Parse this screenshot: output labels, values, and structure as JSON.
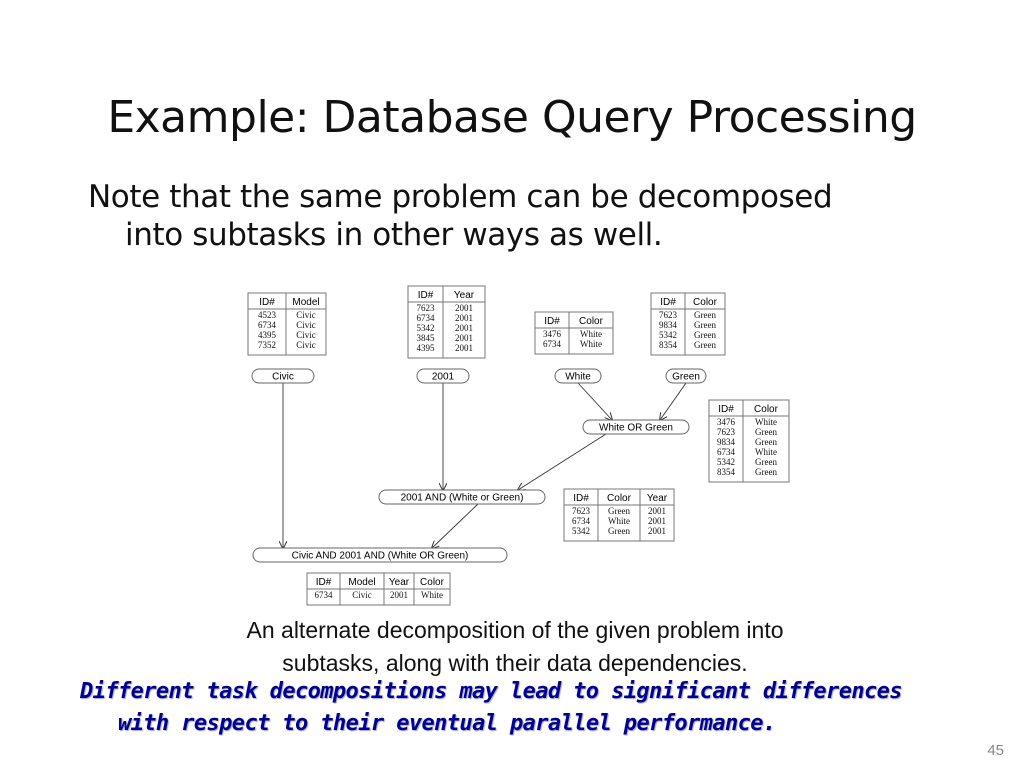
{
  "slide": {
    "title": "Example: Database Query Processing",
    "body_line1": "Note that the same problem can be decomposed",
    "body_line2": "into subtasks in other ways as well.",
    "caption_line1": "An alternate decomposition of the given problem into",
    "caption_line2": "subtasks, along with their data dependencies.",
    "note_line1": "Different task decompositions may lead to significant differences",
    "note_line2": "with respect to their eventual parallel performance.",
    "page_number": "45",
    "note_color": "#000099"
  },
  "tables": [
    {
      "name": "civic-table",
      "headers": [
        "ID#",
        "Model"
      ],
      "rows": [
        [
          "4523",
          "Civic"
        ],
        [
          "6734",
          "Civic"
        ],
        [
          "4395",
          "Civic"
        ],
        [
          "7352",
          "Civic"
        ]
      ]
    },
    {
      "name": "year-table",
      "headers": [
        "ID#",
        "Year"
      ],
      "rows": [
        [
          "7623",
          "2001"
        ],
        [
          "6734",
          "2001"
        ],
        [
          "5342",
          "2001"
        ],
        [
          "3845",
          "2001"
        ],
        [
          "4395",
          "2001"
        ]
      ]
    },
    {
      "name": "white-table",
      "headers": [
        "ID#",
        "Color"
      ],
      "rows": [
        [
          "3476",
          "White"
        ],
        [
          "6734",
          "White"
        ]
      ]
    },
    {
      "name": "green-table",
      "headers": [
        "ID#",
        "Color"
      ],
      "rows": [
        [
          "7623",
          "Green"
        ],
        [
          "9834",
          "Green"
        ],
        [
          "5342",
          "Green"
        ],
        [
          "8354",
          "Green"
        ]
      ]
    },
    {
      "name": "white-or-green-table",
      "headers": [
        "ID#",
        "Color"
      ],
      "rows": [
        [
          "3476",
          "White"
        ],
        [
          "7623",
          "Green"
        ],
        [
          "9834",
          "Green"
        ],
        [
          "6734",
          "White"
        ],
        [
          "5342",
          "Green"
        ],
        [
          "8354",
          "Green"
        ]
      ]
    },
    {
      "name": "2001-and-table",
      "headers": [
        "ID#",
        "Color",
        "Year"
      ],
      "rows": [
        [
          "7623",
          "Green",
          "2001"
        ],
        [
          "6734",
          "White",
          "2001"
        ],
        [
          "5342",
          "Green",
          "2001"
        ]
      ]
    },
    {
      "name": "result-table",
      "headers": [
        "ID#",
        "Model",
        "Year",
        "Color"
      ],
      "rows": [
        [
          "6734",
          "Civic",
          "2001",
          "White"
        ]
      ]
    }
  ],
  "nodes": [
    {
      "name": "node-civic",
      "label": "Civic"
    },
    {
      "name": "node-2001",
      "label": "2001"
    },
    {
      "name": "node-white",
      "label": "White"
    },
    {
      "name": "node-green",
      "label": "Green"
    },
    {
      "name": "node-white-or-green",
      "label": "White OR Green"
    },
    {
      "name": "node-2001-and",
      "label": "2001 AND (White or Green)"
    },
    {
      "name": "node-final",
      "label": "Civic AND 2001 AND (White OR Green)"
    }
  ]
}
